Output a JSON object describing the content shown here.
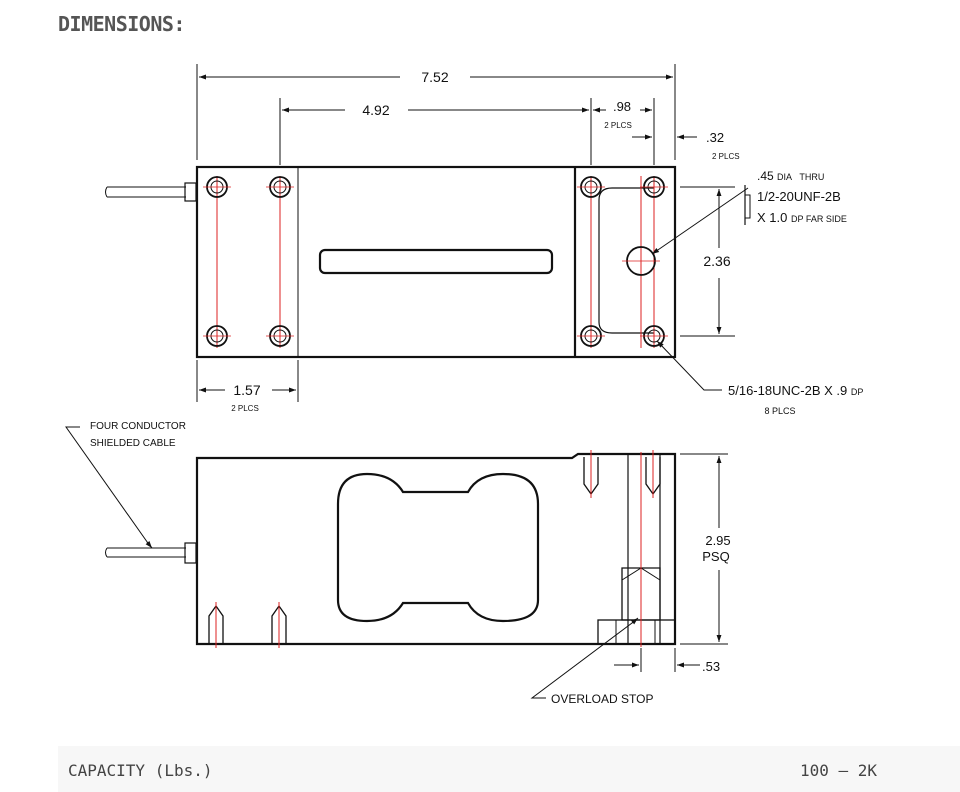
{
  "header": {
    "title": "DIMENSIONS:"
  },
  "drawing": {
    "dim_overall_length": "7.52",
    "dim_hole_span": "4.92",
    "dim_hole_spacing": ".98",
    "note_2plcs": "2 PLCS",
    "dim_edge_offset": ".32",
    "thru_hole_size": ".45",
    "thru_hole_dia": "DIA",
    "thru_hole_thru": "THRU",
    "thread_spec": "1/2-20UNF-2B",
    "thread_depth": "X 1.0",
    "thread_depth_note": "DP FAR SIDE",
    "dim_mount_spacing": "2.36",
    "dim_end_span": "1.57",
    "tapped_hole_spec": "5/16-18UNC-2B",
    "tapped_hole_depth": "X .9",
    "tapped_hole_dp": "DP",
    "note_8plcs": "8 PLCS",
    "cable_note_line1": "FOUR CONDUCTOR",
    "cable_note_line2": "SHIELDED CABLE",
    "dim_height": "2.95",
    "dim_height_note": "PSQ",
    "dim_stop_offset": ".53",
    "overload_stop": "OVERLOAD STOP"
  },
  "specs": {
    "capacity_label": "CAPACITY (Lbs.)",
    "capacity_value": "100 – 2K"
  }
}
